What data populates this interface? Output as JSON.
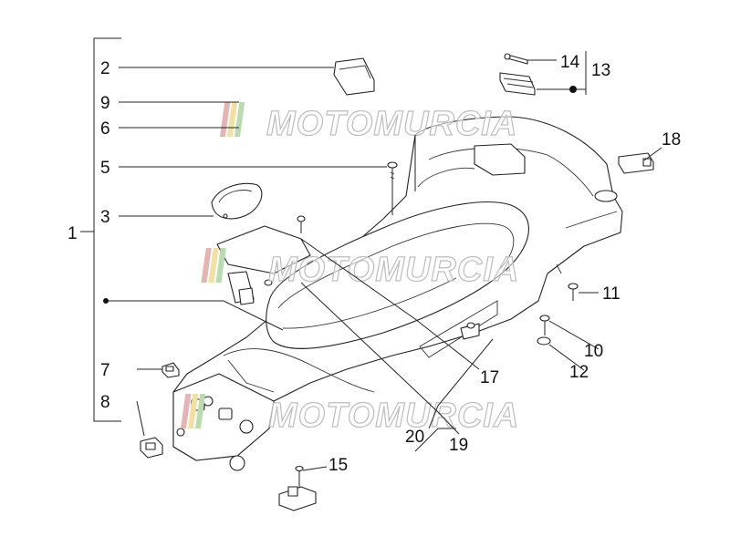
{
  "diagram": {
    "brand_watermark": "MOTOMURCIA",
    "colors": {
      "line": "#222222",
      "watermark_stripe_1": "#e6b3b3",
      "watermark_stripe_2": "#f2e0a0",
      "watermark_stripe_3": "#b8dcb0"
    },
    "callouts": {
      "c1": "1",
      "c2": "2",
      "c3": "3",
      "c5": "5",
      "c6": "6",
      "c7": "7",
      "c8": "8",
      "c9": "9",
      "c10": "10",
      "c11": "11",
      "c12": "12",
      "c13": "13",
      "c14": "14",
      "c15": "15",
      "c17": "17",
      "c18": "18",
      "c19": "19",
      "c20": "20"
    }
  }
}
